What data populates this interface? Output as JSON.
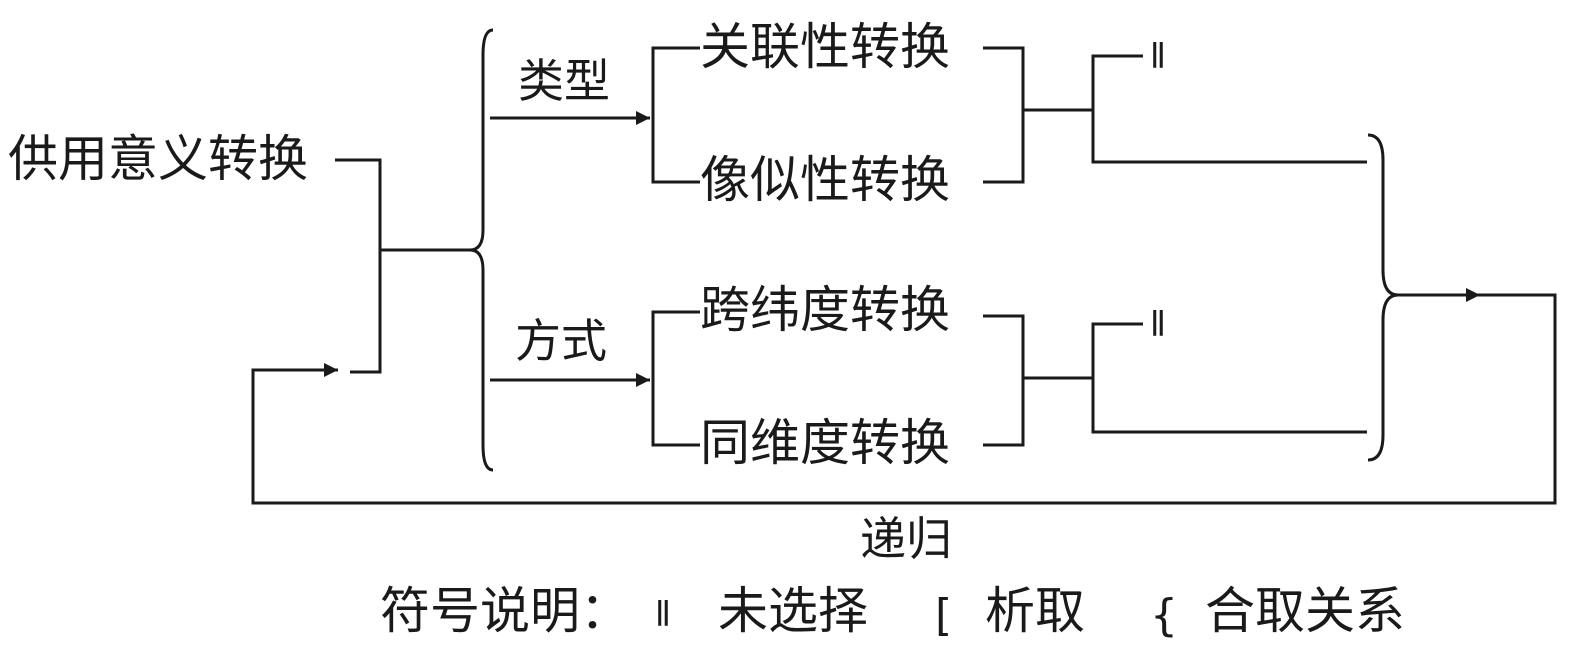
{
  "nodes": {
    "root": "供用意义转换",
    "association": "关联性转换",
    "resemblance": "像似性转换",
    "cross_dimension": "跨纬度转换",
    "same_dimension": "同维度转换"
  },
  "edges": {
    "type": "类型",
    "manner": "方式",
    "recursion": "递归"
  },
  "marks": {
    "unselected": "ll"
  },
  "legend": {
    "title": "符号说明：",
    "unselected_symbol": "ll",
    "unselected_label": "未选择",
    "disjunction_symbol": "[",
    "disjunction_label": "析取",
    "conjunction_symbol": "{",
    "conjunction_label": "合取关系"
  },
  "colors": {
    "line": "#1a1a1a",
    "background": "#ffffff"
  }
}
